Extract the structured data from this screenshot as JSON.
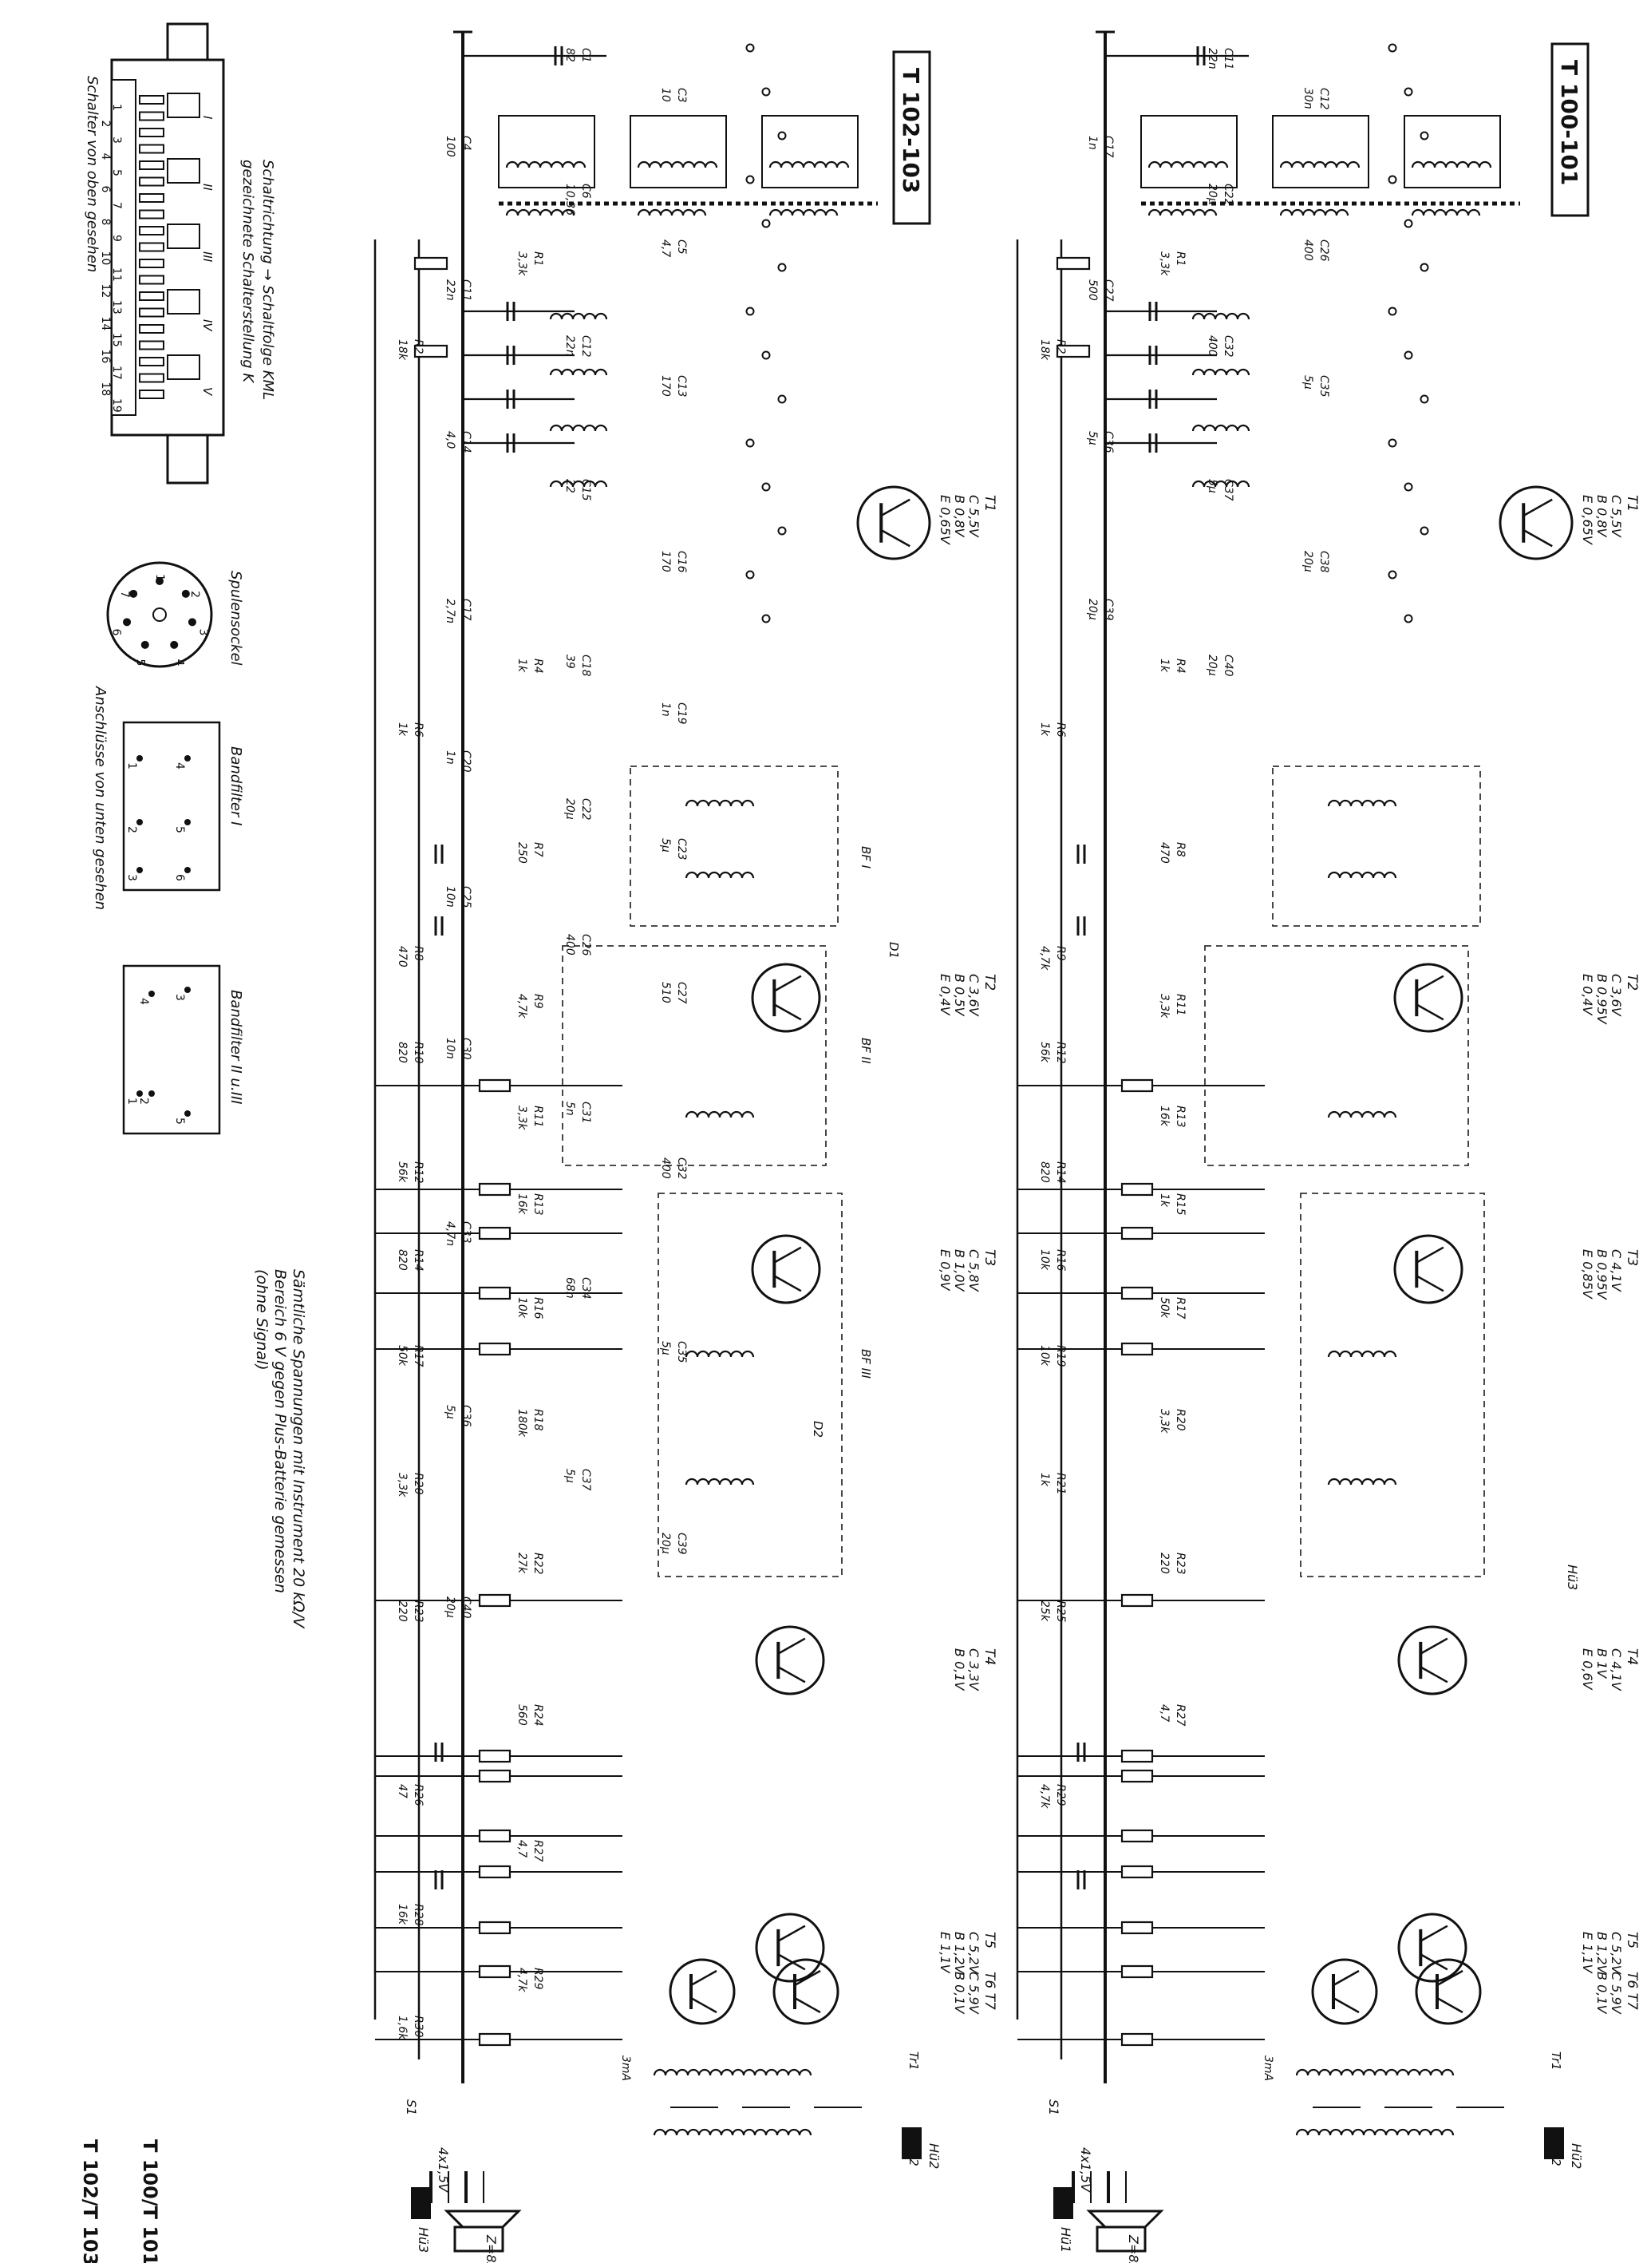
{
  "titles": {
    "schematic_left": "T 102-103",
    "schematic_right": "T 100-101",
    "footer_1": "T 100/T 101",
    "footer_2": "T 102/T 103"
  },
  "switch_panel": {
    "caption_1": "Schaltrichtung → Schaltfolge KML",
    "caption_2": "gezeichnete Schalterstellung K",
    "caption_3": "Schalter von oben gesehen",
    "numbers": [
      "1",
      "2",
      "3",
      "4",
      "5",
      "6",
      "7",
      "8",
      "9",
      "10",
      "11",
      "12",
      "13",
      "14",
      "15",
      "16",
      "17",
      "18",
      "19"
    ],
    "sections": [
      "I",
      "II",
      "III",
      "IV",
      "V"
    ]
  },
  "coil_socket": {
    "caption": "Spulensockel",
    "pins": [
      "1",
      "2",
      "3",
      "4",
      "5",
      "6",
      "7"
    ],
    "note": "Anschlüsse von unten gesehen"
  },
  "bandfilter_1": {
    "caption": "Bandfilter I",
    "pins": [
      "1",
      "2",
      "3",
      "4",
      "5",
      "6"
    ]
  },
  "bandfilter_2": {
    "caption": "Bandfilter II u.III",
    "pins": [
      "1",
      "2",
      "3",
      "4",
      "5"
    ]
  },
  "measurement_note": {
    "line_1": "Sämtliche Spannungen mit Instrument 20 kΩ/V",
    "line_2": "Bereich 6 V gegen Plus-Batterie gemessen",
    "line_3": "(ohne Signal)"
  },
  "left_schematic": {
    "transistors": [
      {
        "name": "T1",
        "c": "C 5,5V",
        "b": "B 0,8V",
        "e": "E 0,65V"
      },
      {
        "name": "T2",
        "c": "C 3,6V",
        "b": "B 0,5V",
        "e": "E 0,4V"
      },
      {
        "name": "T3",
        "c": "C 5,8V",
        "b": "B 1,0V",
        "e": "E 0,9V"
      },
      {
        "name": "T4",
        "c": "C 3,3V",
        "b": "B 0,1V",
        "e": ""
      },
      {
        "name": "T5",
        "c": "C 5,2V",
        "b": "B 1,2V",
        "e": "E 1,1V"
      },
      {
        "name": "T6 T7",
        "c": "C 5,9V",
        "b": "B 0,1V",
        "e": ""
      }
    ],
    "resistors": [
      {
        "name": "R1",
        "value": "3,3k"
      },
      {
        "name": "R2",
        "value": "18k"
      },
      {
        "name": "R4",
        "value": "1k"
      },
      {
        "name": "R6",
        "value": "1k"
      },
      {
        "name": "R7",
        "value": "250"
      },
      {
        "name": "R8",
        "value": "470"
      },
      {
        "name": "R9",
        "value": "4,7k"
      },
      {
        "name": "R10",
        "value": "820"
      },
      {
        "name": "R11",
        "value": "3,3k"
      },
      {
        "name": "R12",
        "value": "56k"
      },
      {
        "name": "R13",
        "value": "16k"
      },
      {
        "name": "R14",
        "value": "820"
      },
      {
        "name": "R16",
        "value": "10k"
      },
      {
        "name": "R17",
        "value": "50k"
      },
      {
        "name": "R18",
        "value": "180k"
      },
      {
        "name": "R20",
        "value": "3,3k"
      },
      {
        "name": "R22",
        "value": "27k"
      },
      {
        "name": "R23",
        "value": "220"
      },
      {
        "name": "R24",
        "value": "560"
      },
      {
        "name": "R26",
        "value": "47"
      },
      {
        "name": "R27",
        "value": "4,7"
      },
      {
        "name": "R28",
        "value": "16k"
      },
      {
        "name": "R29",
        "value": "4,7k"
      },
      {
        "name": "R30",
        "value": "1,6k"
      }
    ],
    "capacitors": [
      {
        "name": "C1",
        "value": "82"
      },
      {
        "name": "C3",
        "value": "10"
      },
      {
        "name": "C4",
        "value": "100"
      },
      {
        "name": "C6",
        "value": "10,36"
      },
      {
        "name": "C5",
        "value": "4,7"
      },
      {
        "name": "C11",
        "value": "22n"
      },
      {
        "name": "C12",
        "value": "22n"
      },
      {
        "name": "C13",
        "value": "170"
      },
      {
        "name": "C14",
        "value": "4,0"
      },
      {
        "name": "C15",
        "value": "22"
      },
      {
        "name": "C16",
        "value": "170"
      },
      {
        "name": "C17",
        "value": "2,7n"
      },
      {
        "name": "C18",
        "value": "39"
      },
      {
        "name": "C19",
        "value": "1n"
      },
      {
        "name": "C20",
        "value": "1n"
      },
      {
        "name": "C22",
        "value": "20µ"
      },
      {
        "name": "C23",
        "value": "5µ"
      },
      {
        "name": "C25",
        "value": "10n"
      },
      {
        "name": "C26",
        "value": "400"
      },
      {
        "name": "C27",
        "value": "510"
      },
      {
        "name": "C30",
        "value": "10n"
      },
      {
        "name": "C31",
        "value": "5n"
      },
      {
        "name": "C32",
        "value": "400"
      },
      {
        "name": "C33",
        "value": "4,7n"
      },
      {
        "name": "C34",
        "value": "68n"
      },
      {
        "name": "C35",
        "value": "5µ"
      },
      {
        "name": "C36",
        "value": "5µ"
      },
      {
        "name": "C37",
        "value": "5µ"
      },
      {
        "name": "C39",
        "value": "20µ"
      },
      {
        "name": "C40",
        "value": "20µ"
      }
    ],
    "misc": {
      "battery": "4x1,5V",
      "switch": "S1",
      "speaker": "Z=8Ω",
      "current": "3mA",
      "jack_1": "Hü3",
      "jack_2": "Hü2",
      "diode_1": "D1",
      "diode_2": "D2",
      "bf1": "BF I",
      "bf2": "BF II",
      "bf3": "BF III",
      "output_tr": "Tr2",
      "driver_tr": "Tr1"
    }
  },
  "right_schematic": {
    "transistors": [
      {
        "name": "T1",
        "c": "C 5,5V",
        "b": "B 0,8V",
        "e": "E 0,65V"
      },
      {
        "name": "T2",
        "c": "C 3,6V",
        "b": "B 0,95V",
        "e": "E 0,4V"
      },
      {
        "name": "T3",
        "c": "C 4,1V",
        "b": "B 0,95V",
        "e": "E 0,85V"
      },
      {
        "name": "T4",
        "c": "C 4,1V",
        "b": "B 1V",
        "e": "E 0,6V"
      },
      {
        "name": "T5",
        "c": "C 5,2V",
        "b": "B 1,2V",
        "e": "E 1,1V"
      },
      {
        "name": "T6 T7",
        "c": "C 5,9V",
        "b": "B 0,1V",
        "e": ""
      }
    ],
    "resistors": [
      {
        "name": "R1",
        "value": "3,3k"
      },
      {
        "name": "R2",
        "value": "18k"
      },
      {
        "name": "R4",
        "value": "1k"
      },
      {
        "name": "R6",
        "value": "1k"
      },
      {
        "name": "R8",
        "value": "470"
      },
      {
        "name": "R9",
        "value": "4,7k"
      },
      {
        "name": "R11",
        "value": "3,3k"
      },
      {
        "name": "R12",
        "value": "56k"
      },
      {
        "name": "R13",
        "value": "16k"
      },
      {
        "name": "R14",
        "value": "820"
      },
      {
        "name": "R15",
        "value": "1k"
      },
      {
        "name": "R16",
        "value": "10k"
      },
      {
        "name": "R17",
        "value": "50k"
      },
      {
        "name": "R19",
        "value": "10k"
      },
      {
        "name": "R20",
        "value": "3,3k"
      },
      {
        "name": "R21",
        "value": "1k"
      },
      {
        "name": "R23",
        "value": "220"
      },
      {
        "name": "R25",
        "value": "25k"
      },
      {
        "name": "R27",
        "value": "4,7"
      },
      {
        "name": "R29",
        "value": "4,7k"
      }
    ],
    "capacitors": [
      {
        "name": "C11",
        "value": "22n"
      },
      {
        "name": "C12",
        "value": "30n"
      },
      {
        "name": "C17",
        "value": "1n"
      },
      {
        "name": "C22",
        "value": "20µ"
      },
      {
        "name": "C26",
        "value": "400"
      },
      {
        "name": "C27",
        "value": "500"
      },
      {
        "name": "C32",
        "value": "400"
      },
      {
        "name": "C35",
        "value": "5µ"
      },
      {
        "name": "C36",
        "value": "5µ"
      },
      {
        "name": "C37",
        "value": "5µ"
      },
      {
        "name": "C38",
        "value": "20µ"
      },
      {
        "name": "C39",
        "value": "20µ"
      },
      {
        "name": "C40",
        "value": "20µ"
      }
    ],
    "misc": {
      "battery": "4x1,5V",
      "switch": "S1",
      "speaker": "Z=8Ω",
      "current": "3mA",
      "jack_1": "Hü1",
      "jack_2": "Hü2",
      "jack_3": "Hü3",
      "output_tr": "Tr2",
      "driver_tr": "Tr1"
    }
  }
}
